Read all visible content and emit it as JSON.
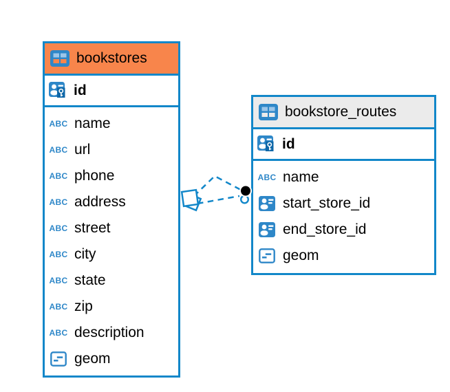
{
  "diagram": {
    "tables": [
      {
        "name": "bookstores",
        "header_color": "#F8854B",
        "header_icon": "table-icon",
        "primary_key": {
          "label": "id",
          "icon": "primary-key-icon"
        },
        "fields": [
          {
            "label": "name",
            "icon": "text-type-icon"
          },
          {
            "label": "url",
            "icon": "text-type-icon"
          },
          {
            "label": "phone",
            "icon": "text-type-icon"
          },
          {
            "label": "address",
            "icon": "text-type-icon"
          },
          {
            "label": "street",
            "icon": "text-type-icon"
          },
          {
            "label": "city",
            "icon": "text-type-icon"
          },
          {
            "label": "state",
            "icon": "text-type-icon"
          },
          {
            "label": "zip",
            "icon": "text-type-icon"
          },
          {
            "label": "description",
            "icon": "text-type-icon"
          },
          {
            "label": "geom",
            "icon": "geometry-type-icon"
          }
        ]
      },
      {
        "name": "bookstore_routes",
        "header_color": "#EBEBEB",
        "header_icon": "table-icon",
        "primary_key": {
          "label": "id",
          "icon": "primary-key-icon"
        },
        "fields": [
          {
            "label": "name",
            "icon": "text-type-icon"
          },
          {
            "label": "start_store_id",
            "icon": "foreign-key-icon"
          },
          {
            "label": "end_store_id",
            "icon": "foreign-key-icon"
          },
          {
            "label": "geom",
            "icon": "geometry-type-icon"
          }
        ]
      }
    ],
    "relationships": [
      {
        "from_table": "bookstore_routes",
        "to_table": "bookstores",
        "style": "dashed"
      },
      {
        "from_table": "bookstore_routes",
        "to_table": "bookstores",
        "style": "dashed"
      }
    ],
    "text_type_glyph": "ABC"
  },
  "colors": {
    "accent_blue": "#1287C9",
    "icon_blue": "#2E87C8",
    "key_badge_blue": "#0E67A8",
    "table_icon_cell_light": "#9CC6E9",
    "bookstores_header": "#F8854B",
    "routes_header": "#EBEBEB",
    "background": "#FFFFFF",
    "endpoint_dot": "#000000"
  }
}
